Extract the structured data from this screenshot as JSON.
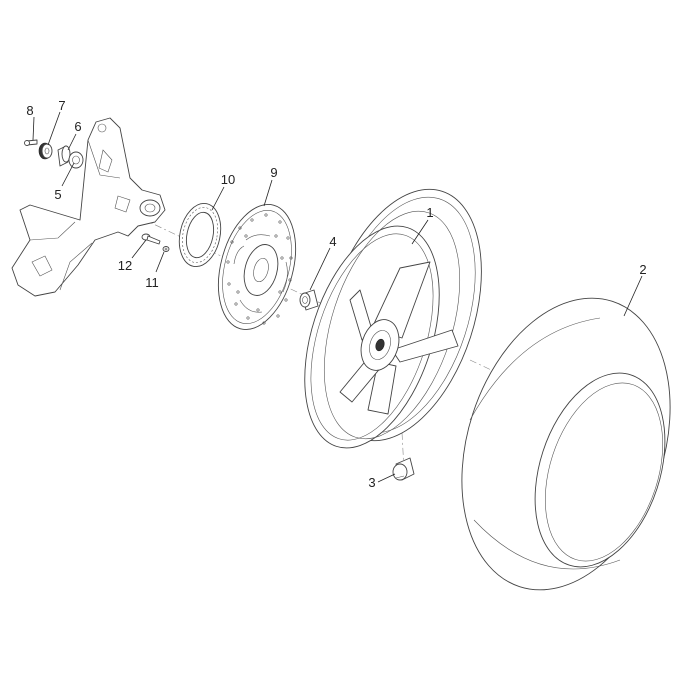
{
  "callouts": [
    {
      "id": "1",
      "label": "1"
    },
    {
      "id": "2",
      "label": "2"
    },
    {
      "id": "3",
      "label": "3"
    },
    {
      "id": "4",
      "label": "4"
    },
    {
      "id": "5",
      "label": "5"
    },
    {
      "id": "6",
      "label": "6"
    },
    {
      "id": "7",
      "label": "7"
    },
    {
      "id": "8",
      "label": "8"
    },
    {
      "id": "9",
      "label": "9"
    },
    {
      "id": "10",
      "label": "10"
    },
    {
      "id": "11",
      "label": "11"
    },
    {
      "id": "12",
      "label": "12"
    }
  ],
  "colors": {
    "line": "#444444",
    "background": "#ffffff",
    "axis": "#888888"
  }
}
